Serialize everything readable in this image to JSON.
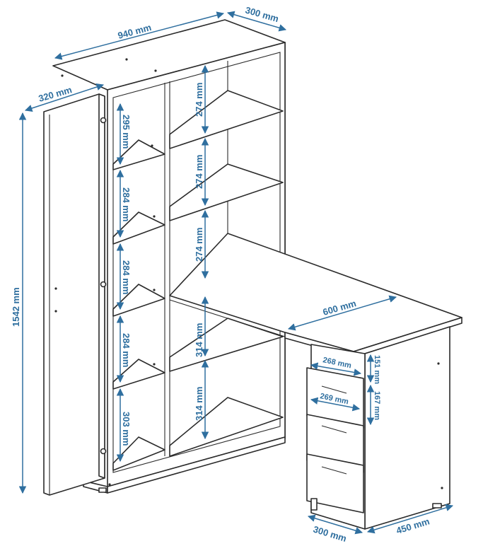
{
  "dimensions": {
    "top_width": "940 mm",
    "top_depth": "300 mm",
    "door_depth": "320 mm",
    "total_height": "1542 mm",
    "left_shelf_1": "295 mm",
    "left_shelf_2": "284 mm",
    "left_shelf_3": "284 mm",
    "left_shelf_4": "284 mm",
    "left_shelf_5": "303 mm",
    "right_shelf_1": "274 mm",
    "right_shelf_2": "274 mm",
    "right_shelf_3": "274 mm",
    "right_shelf_4": "314 mm",
    "right_shelf_5": "314 mm",
    "desk_length": "600 mm",
    "drawer_width_top": "268 mm",
    "drawer_width_2": "269 mm",
    "drawer_height_top": "151 mm",
    "drawer_height_2": "167 mm",
    "pedestal_width": "300 mm",
    "pedestal_depth": "450 mm"
  },
  "colors": {
    "dimension": "#2f6f9f",
    "line": "#2b2b2b"
  }
}
